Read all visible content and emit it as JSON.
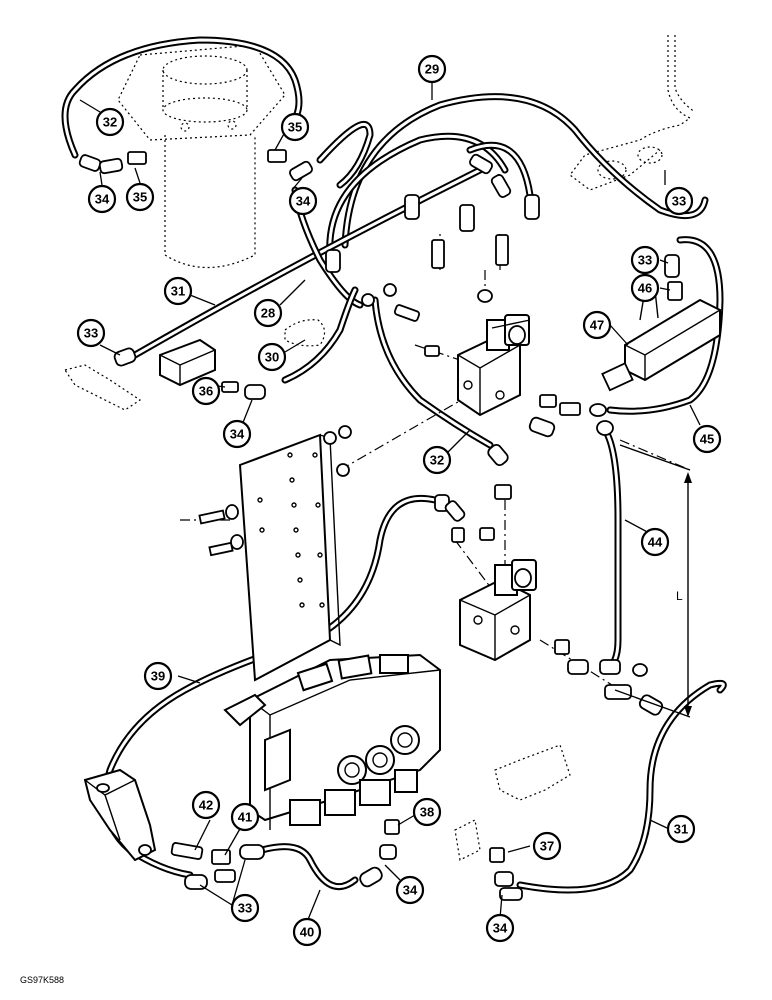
{
  "figure_code": "GS97K588",
  "dimension_label": "L",
  "callouts": {
    "c28": "28",
    "c29": "29",
    "c30": "30",
    "c31a": "31",
    "c31b": "31",
    "c32a": "32",
    "c32b": "32",
    "c33a": "33",
    "c33b": "33",
    "c33c": "33",
    "c33d": "33",
    "c34a": "34",
    "c34b": "34",
    "c34c": "34",
    "c34d": "34",
    "c34e": "34",
    "c35a": "35",
    "c35b": "35",
    "c36": "36",
    "c37": "37",
    "c38": "38",
    "c39": "39",
    "c40": "40",
    "c41": "41",
    "c42": "42",
    "c44": "44",
    "c45": "45",
    "c46": "46",
    "c47": "47"
  }
}
